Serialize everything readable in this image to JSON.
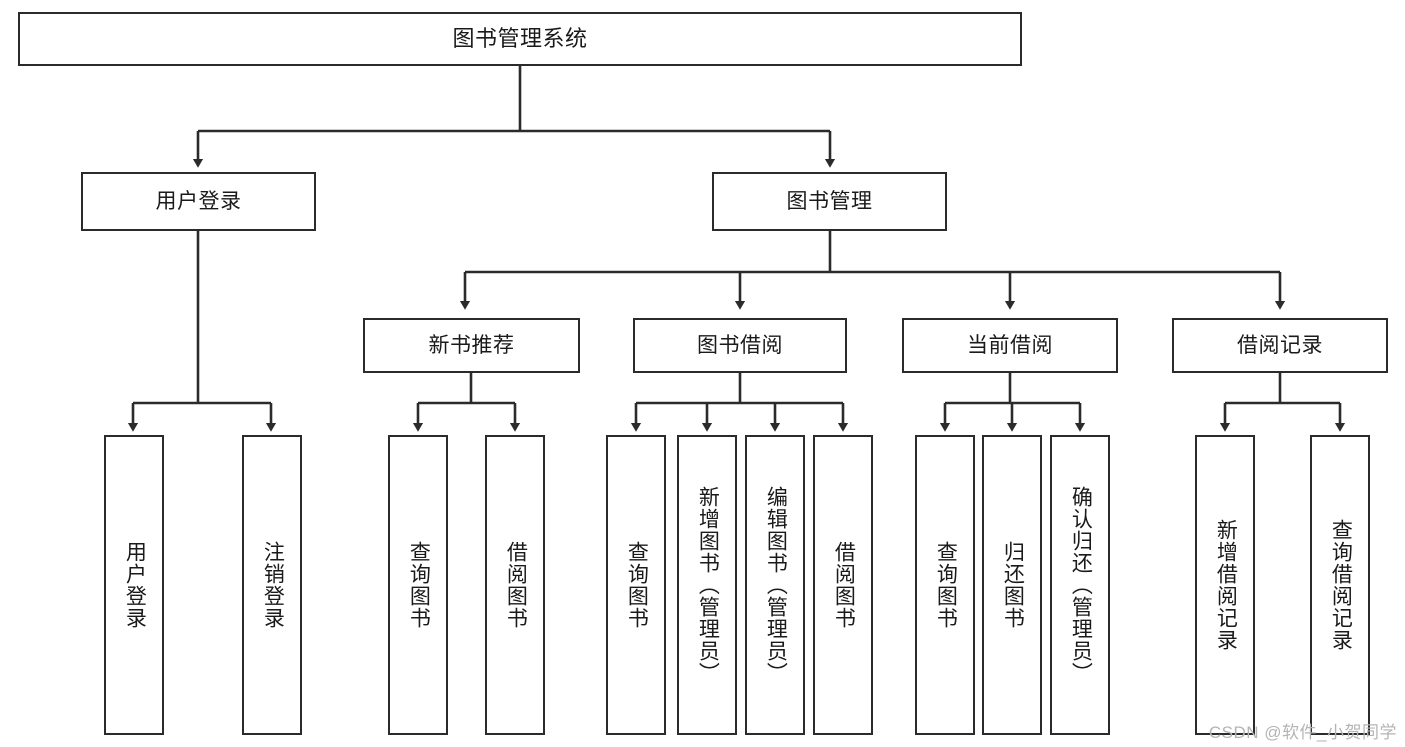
{
  "diagram": {
    "title": "图书管理系统",
    "type": "tree",
    "levels": {
      "root": {
        "label": "图书管理系统"
      },
      "level2": [
        {
          "label": "用户登录"
        },
        {
          "label": "图书管理"
        }
      ],
      "level3": [
        {
          "label": "新书推荐"
        },
        {
          "label": "图书借阅"
        },
        {
          "label": "当前借阅"
        },
        {
          "label": "借阅记录"
        }
      ],
      "leaves": {
        "user_login": [
          {
            "label": "用户登录"
          },
          {
            "label": "注销登录"
          }
        ],
        "new_book_recommend": [
          {
            "label": "查询图书"
          },
          {
            "label": "借阅图书"
          }
        ],
        "book_borrow": [
          {
            "label": "查询图书"
          },
          {
            "label": "新增图书（管理员）"
          },
          {
            "label": "编辑图书（管理员）"
          },
          {
            "label": "借阅图书"
          }
        ],
        "current_borrow": [
          {
            "label": "查询图书"
          },
          {
            "label": "归还图书"
          },
          {
            "label": "确认归还（管理员）"
          }
        ],
        "borrow_record": [
          {
            "label": "新增借阅记录"
          },
          {
            "label": "查询借阅记录"
          }
        ]
      }
    },
    "colors": {
      "stroke": "#2b2b2b",
      "fill": "#ffffff",
      "text": "#1a1a1a",
      "watermark": "#b4b4b4"
    }
  },
  "watermark": {
    "text": "CSDN @软件_小贺同学"
  }
}
